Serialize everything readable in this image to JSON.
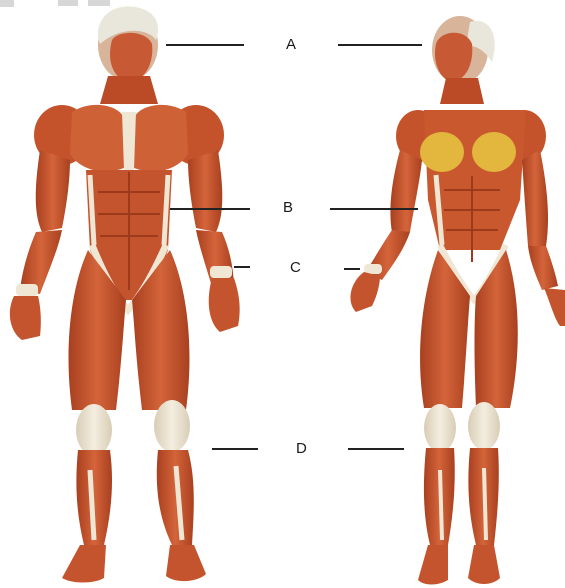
{
  "labels": {
    "a": "A",
    "b": "B",
    "c": "C",
    "d": "D"
  },
  "colors": {
    "muscle": "#c9552e",
    "muscle_dark": "#9e3a1c",
    "muscle_light": "#e07a45",
    "tendon": "#ece4d2",
    "head": "#e8e6da",
    "breast": "#e3b63d",
    "leader": "#222222"
  },
  "figures": [
    "male-muscle-figure",
    "female-muscle-figure"
  ]
}
